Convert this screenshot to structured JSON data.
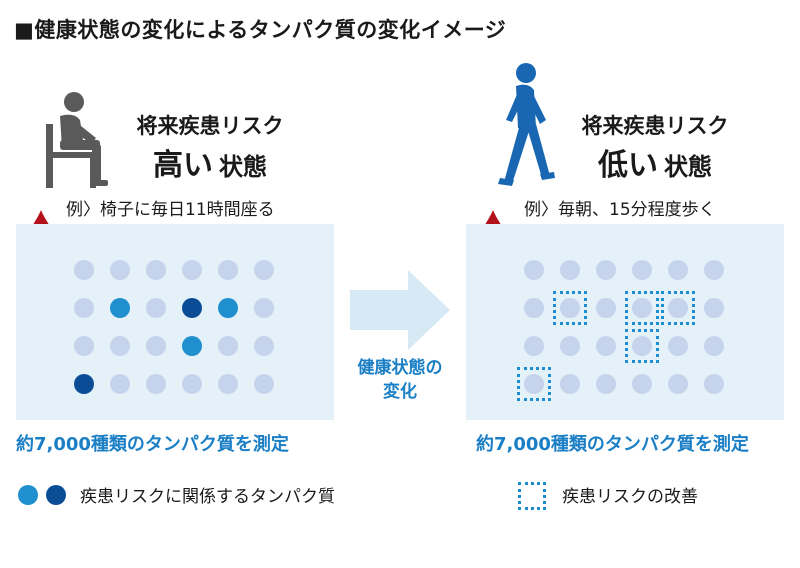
{
  "title": "■健康状態の変化によるタンパク質の変化イメージ",
  "left": {
    "risk_label": "将来疾患リスク",
    "risk_level": "高い",
    "risk_suffix": "状態",
    "example": "例〉椅子に毎日11時間座る",
    "caption": "約7,000種類のタンパク質を測定",
    "icon": "sitting-person-icon",
    "dots": [
      [
        "n",
        "n",
        "n",
        "n",
        "n",
        "n"
      ],
      [
        "n",
        "l",
        "n",
        "d",
        "l",
        "n"
      ],
      [
        "n",
        "n",
        "n",
        "l",
        "n",
        "n"
      ],
      [
        "d",
        "n",
        "n",
        "n",
        "n",
        "n"
      ]
    ]
  },
  "right": {
    "risk_label": "将来疾患リスク",
    "risk_level": "低い",
    "risk_suffix": "状態",
    "example": "例〉毎朝、15分程度歩く",
    "caption": "約7,000種類のタンパク質を測定",
    "icon": "walking-person-icon",
    "dots": [
      [
        "n",
        "n",
        "n",
        "n",
        "n",
        "n"
      ],
      [
        "n",
        "b",
        "n",
        "b",
        "b",
        "n"
      ],
      [
        "n",
        "n",
        "n",
        "b",
        "n",
        "n"
      ],
      [
        "b",
        "n",
        "n",
        "n",
        "n",
        "n"
      ]
    ]
  },
  "arrow": {
    "label_line1": "健康状態の",
    "label_line2": "変化"
  },
  "legend": {
    "disease_protein": "疾患リスクに関係するタンパク質",
    "improvement": "疾患リスクの改善"
  },
  "colors": {
    "panel_bg": "#e4f1f8",
    "dot_normal": "#c5d3ec",
    "dot_light": "#1f8fd0",
    "dot_dark": "#0a4d96",
    "accent_text": "#1b7fc6",
    "blood_drop": "#b3121b",
    "walker_blue": "#1967b3",
    "sitter_gray": "#5a5a5a"
  }
}
